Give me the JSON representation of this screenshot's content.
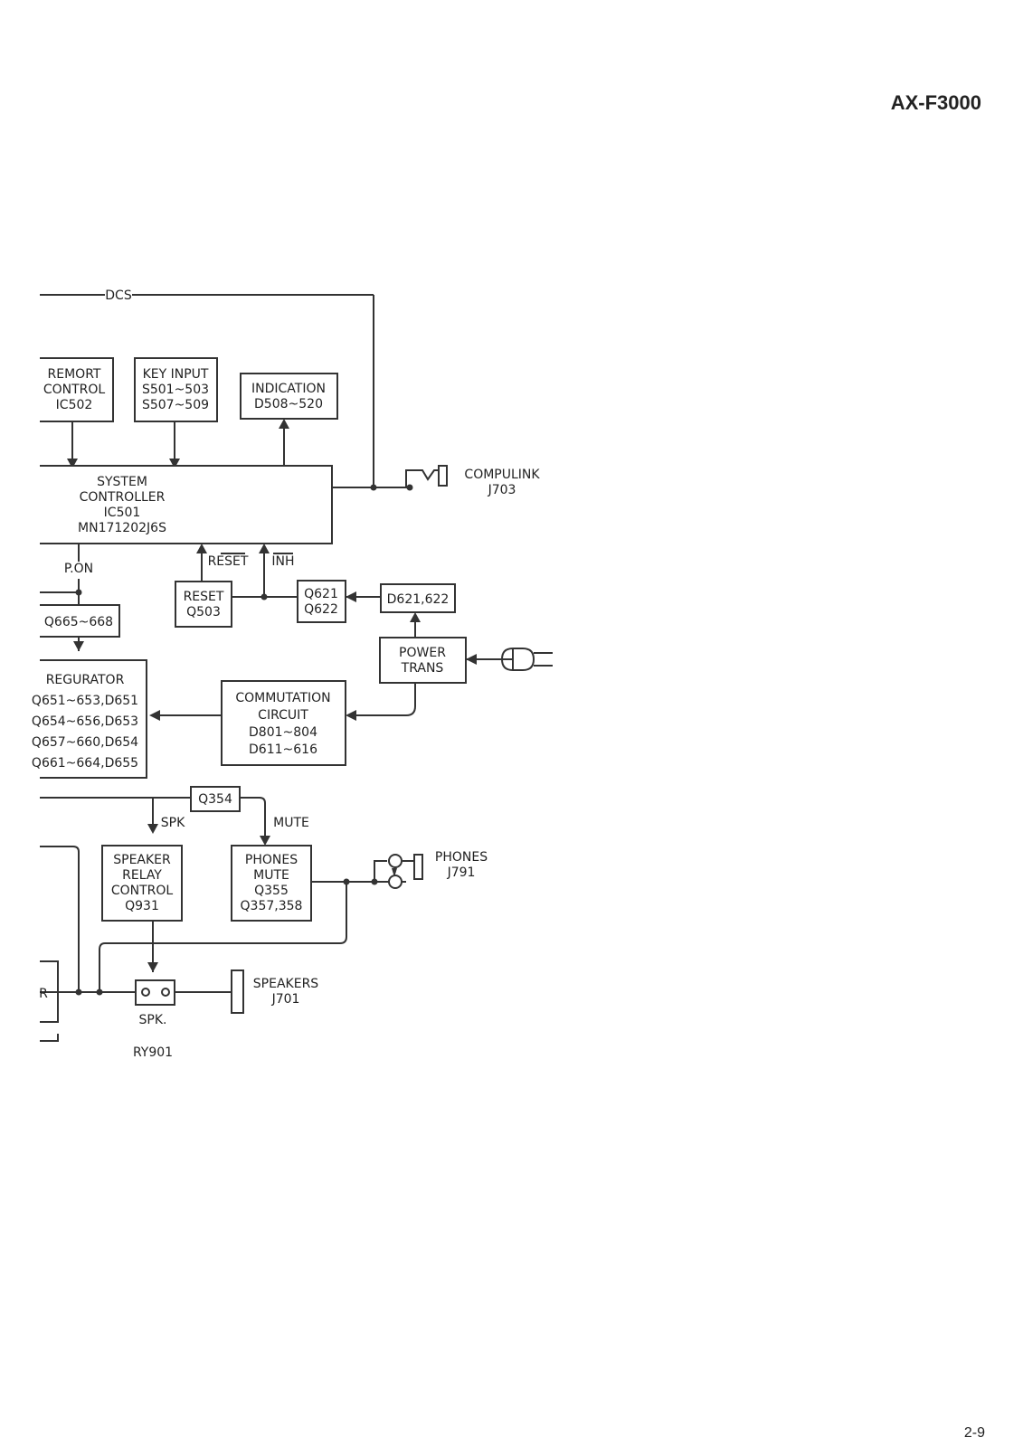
{
  "header": {
    "model": "AX-F3000"
  },
  "footer": {
    "page_number": "2-9"
  },
  "labels": {
    "dcs": "DCS",
    "remort_control": [
      "REMORT",
      "CONTROL",
      "IC502"
    ],
    "key_input": [
      "KEY INPUT",
      "S501~503",
      "S507~509"
    ],
    "indication": [
      "INDICATION",
      "D508~520"
    ],
    "system_controller": [
      "SYSTEM",
      "CONTROLLER",
      "IC501",
      "MN171202J6S"
    ],
    "compulink": [
      "COMPULINK",
      "J703"
    ],
    "pon": "P.ON",
    "reset_signal": "RESET",
    "inh_signal": "INH",
    "reset_block": [
      "RESET",
      "Q503"
    ],
    "q621": [
      "Q621",
      "Q622"
    ],
    "d621": "D621,622",
    "q665": "Q665~668",
    "power_trans": [
      "POWER",
      "TRANS"
    ],
    "regurator": [
      "REGURATOR",
      "Q651~653,D651",
      "Q654~656,D653",
      "Q657~660,D654",
      "Q661~664,D655"
    ],
    "commutation": [
      "COMMUTATION",
      "CIRCUIT",
      "D801~804",
      "D611~616"
    ],
    "q354": "Q354",
    "spk_signal": "SPK",
    "mute_signal": "MUTE",
    "speaker_relay": [
      "SPEAKER",
      "RELAY",
      "CONTROL",
      "Q931"
    ],
    "phones_mute": [
      "PHONES",
      "MUTE",
      "Q355",
      "Q357,358"
    ],
    "phones": [
      "PHONES",
      "J791"
    ],
    "speakers": [
      "SPEAKERS",
      "J701"
    ],
    "spk_relay_label": "SPK.",
    "ry901": "RY901",
    "cut_label": "R"
  }
}
